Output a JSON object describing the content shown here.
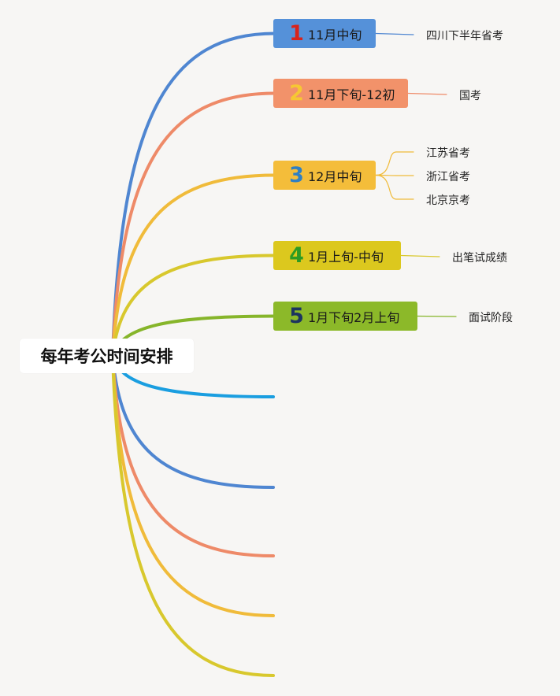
{
  "root": {
    "label": "每年考公时间安排"
  },
  "nodes": [
    {
      "num": "1",
      "label": "11月中旬",
      "bg": "#5591d9",
      "num_color": "#d8241c",
      "edge": "#4f86d1",
      "leaves": [
        "四川下半年省考"
      ]
    },
    {
      "num": "2",
      "label": "11月下旬-12初",
      "bg": "#f2926a",
      "num_color": "#f6c733",
      "edge": "#ee8a68",
      "leaves": [
        "国考"
      ]
    },
    {
      "num": "3",
      "label": "12月中旬",
      "bg": "#f4bd3a",
      "num_color": "#2f7fc3",
      "edge": "#f0bb3a",
      "leaves": [
        "江苏省考",
        "浙江省考",
        "北京京考"
      ]
    },
    {
      "num": "4",
      "label": "1月上旬-中旬",
      "bg": "#dcc81e",
      "num_color": "#2c9b22",
      "edge": "#d8c82d",
      "leaves": [
        "出笔试成绩"
      ]
    },
    {
      "num": "5",
      "label": "1月下旬2月上旬",
      "bg": "#8cb929",
      "num_color": "#1c3460",
      "edge": "#86b52a",
      "leaves": [
        "面试阶段"
      ]
    }
  ],
  "extra_branches": [
    {
      "color": "#1a9ee0"
    },
    {
      "color": "#4f86d1"
    },
    {
      "color": "#ee8a68"
    },
    {
      "color": "#f0bb3a"
    },
    {
      "color": "#d8c82d"
    }
  ]
}
